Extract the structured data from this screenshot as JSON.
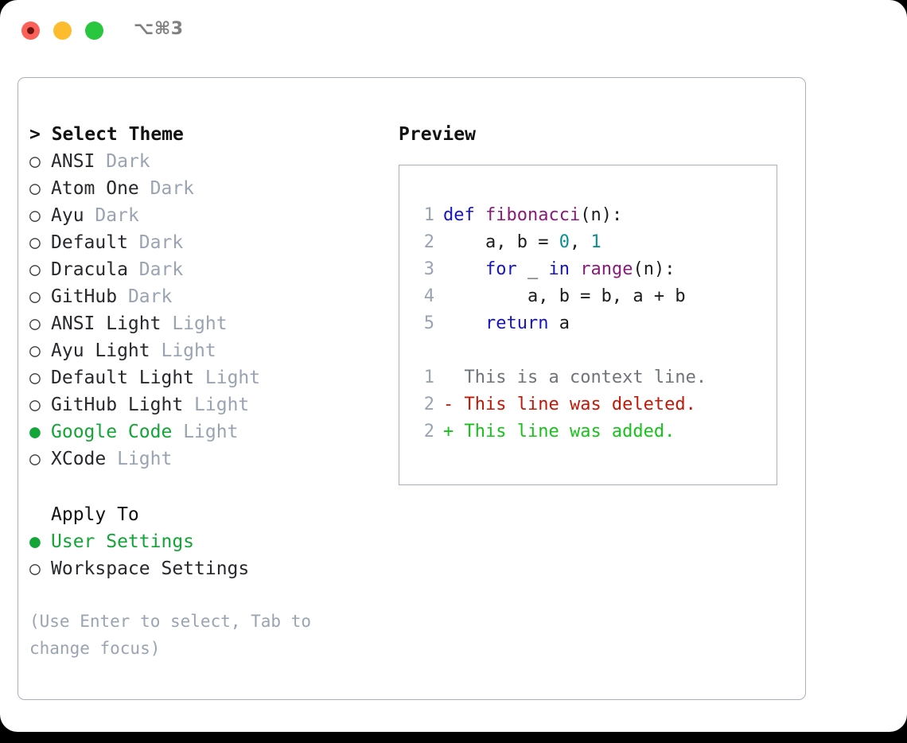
{
  "titlebar": {
    "shortcut_label": "⌥⌘3",
    "controls": [
      {
        "name": "close",
        "color": "#fb6158"
      },
      {
        "name": "minimize",
        "color": "#fdbc2d"
      },
      {
        "name": "maximize",
        "color": "#29c73f"
      }
    ]
  },
  "left": {
    "header": "> Select Theme",
    "themes": [
      {
        "marker": "○",
        "name": "ANSI",
        "kind": "Dark",
        "selected": false
      },
      {
        "marker": "○",
        "name": "Atom One",
        "kind": "Dark",
        "selected": false
      },
      {
        "marker": "○",
        "name": "Ayu",
        "kind": "Dark",
        "selected": false
      },
      {
        "marker": "○",
        "name": "Default",
        "kind": "Dark",
        "selected": false
      },
      {
        "marker": "○",
        "name": "Dracula",
        "kind": "Dark",
        "selected": false
      },
      {
        "marker": "○",
        "name": "GitHub",
        "kind": "Dark",
        "selected": false
      },
      {
        "marker": "○",
        "name": "ANSI Light",
        "kind": "Light",
        "selected": false
      },
      {
        "marker": "○",
        "name": "Ayu Light",
        "kind": "Light",
        "selected": false
      },
      {
        "marker": "○",
        "name": "Default Light",
        "kind": "Light",
        "selected": false
      },
      {
        "marker": "○",
        "name": "GitHub Light",
        "kind": "Light",
        "selected": false
      },
      {
        "marker": "●",
        "name": "Google Code",
        "kind": "Light",
        "selected": true
      },
      {
        "marker": "○",
        "name": "XCode",
        "kind": "Light",
        "selected": false
      }
    ],
    "apply_to_header": "Apply To",
    "apply_to_options": [
      {
        "marker": "●",
        "name": "User Settings",
        "selected": true
      },
      {
        "marker": "○",
        "name": "Workspace Settings",
        "selected": false
      }
    ],
    "help_text": "(Use Enter to select, Tab to change focus)"
  },
  "right": {
    "header": "Preview",
    "code": [
      {
        "num": "1",
        "tokens": [
          {
            "t": "def",
            "c": "kw"
          },
          {
            "t": " ",
            "c": "plain"
          },
          {
            "t": "fibonacci",
            "c": "fn"
          },
          {
            "t": "(n):",
            "c": "plain"
          }
        ]
      },
      {
        "num": "2",
        "tokens": [
          {
            "t": "    a, b = ",
            "c": "plain"
          },
          {
            "t": "0",
            "c": "num"
          },
          {
            "t": ", ",
            "c": "plain"
          },
          {
            "t": "1",
            "c": "num"
          }
        ]
      },
      {
        "num": "3",
        "tokens": [
          {
            "t": "    ",
            "c": "plain"
          },
          {
            "t": "for",
            "c": "kw"
          },
          {
            "t": " _ ",
            "c": "plain"
          },
          {
            "t": "in",
            "c": "kw"
          },
          {
            "t": " ",
            "c": "plain"
          },
          {
            "t": "range",
            "c": "fn"
          },
          {
            "t": "(n):",
            "c": "plain"
          }
        ]
      },
      {
        "num": "4",
        "tokens": [
          {
            "t": "        a, b = b, a + b",
            "c": "plain"
          }
        ]
      },
      {
        "num": "5",
        "tokens": [
          {
            "t": "    ",
            "c": "plain"
          },
          {
            "t": "return",
            "c": "kw"
          },
          {
            "t": " a",
            "c": "plain"
          }
        ]
      }
    ],
    "diff": [
      {
        "num": "1",
        "sign": " ",
        "text": "This is a context line.",
        "kind": "ctx"
      },
      {
        "num": "2",
        "sign": "-",
        "text": "This line was deleted.",
        "kind": "del"
      },
      {
        "num": "2",
        "sign": "+",
        "text": "This line was added.",
        "kind": "add"
      }
    ]
  },
  "colors": {
    "accent_green": "#13a538",
    "muted": "#9aa3b2",
    "border": "#a8b0bd",
    "keyword": "#1515c7",
    "function": "#8c1a7a",
    "number": "#0b8f8f",
    "diff_delete": "#c21807",
    "diff_add": "#17c21a"
  }
}
